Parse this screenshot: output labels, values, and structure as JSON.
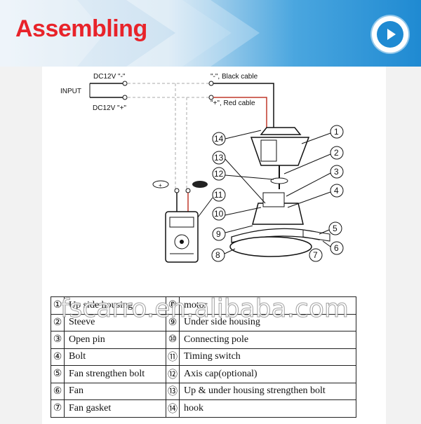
{
  "header": {
    "title": "Assembling",
    "play_icon": "play-icon"
  },
  "diagram": {
    "input_label": "INPUT",
    "dc_minus": "DC12V \"-\"",
    "dc_plus": "DC12V \"+\"",
    "black_cable": "\"-\", Black cable",
    "red_cable": "\"+\", Red cable",
    "callouts": [
      "1",
      "2",
      "3",
      "4",
      "5",
      "6",
      "7",
      "8",
      "9",
      "10",
      "11",
      "12",
      "13",
      "14"
    ]
  },
  "parts_table": [
    {
      "n1": "①",
      "p1": "Up side housing",
      "n2": "⑧",
      "p2": "motor"
    },
    {
      "n1": "②",
      "p1": "Steeve",
      "n2": "⑨",
      "p2": "Under side housing"
    },
    {
      "n1": "③",
      "p1": "Open pin",
      "n2": "⑩",
      "p2": "Connecting pole"
    },
    {
      "n1": "④",
      "p1": "Bolt",
      "n2": "⑪",
      "p2": "Timing switch"
    },
    {
      "n1": "⑤",
      "p1": "Fan strengthen bolt",
      "n2": "⑫",
      "p2": "Axis cap(optional)"
    },
    {
      "n1": "⑥",
      "p1": "Fan",
      "n2": "⑬",
      "p2": "Up & under housing strengthen bolt"
    },
    {
      "n1": "⑦",
      "p1": "Fan gasket",
      "n2": "⑭",
      "p2": "hook"
    }
  ],
  "watermark": "fscarro.en.alibaba.com"
}
